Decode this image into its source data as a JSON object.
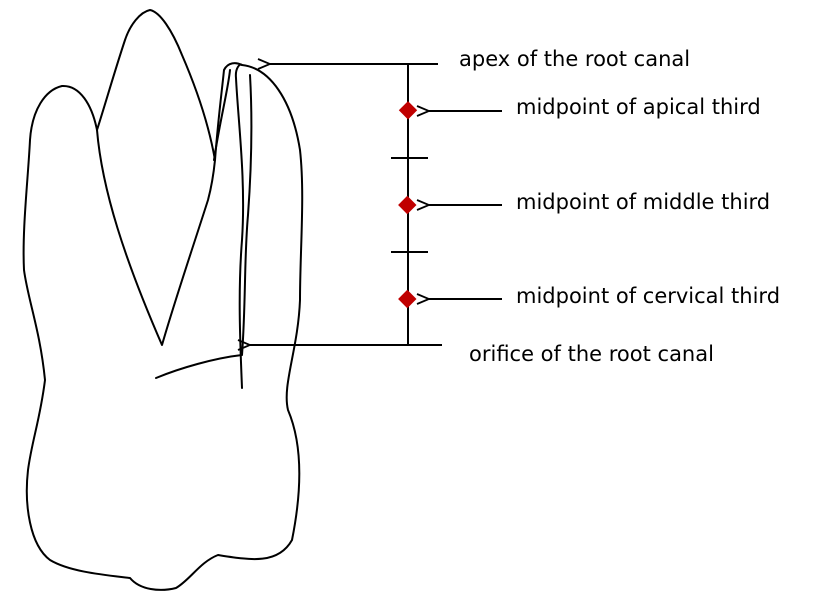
{
  "labels": {
    "apex": "apex of the root canal",
    "apical_mid": "midpoint of apical third",
    "middle_mid": "midpoint of middle third",
    "cervical_mid": "midpoint of cervical third",
    "orifice": "orifice of the root canal"
  },
  "colors": {
    "line": "#000000",
    "marker": "#c00000",
    "background": "#ffffff"
  }
}
